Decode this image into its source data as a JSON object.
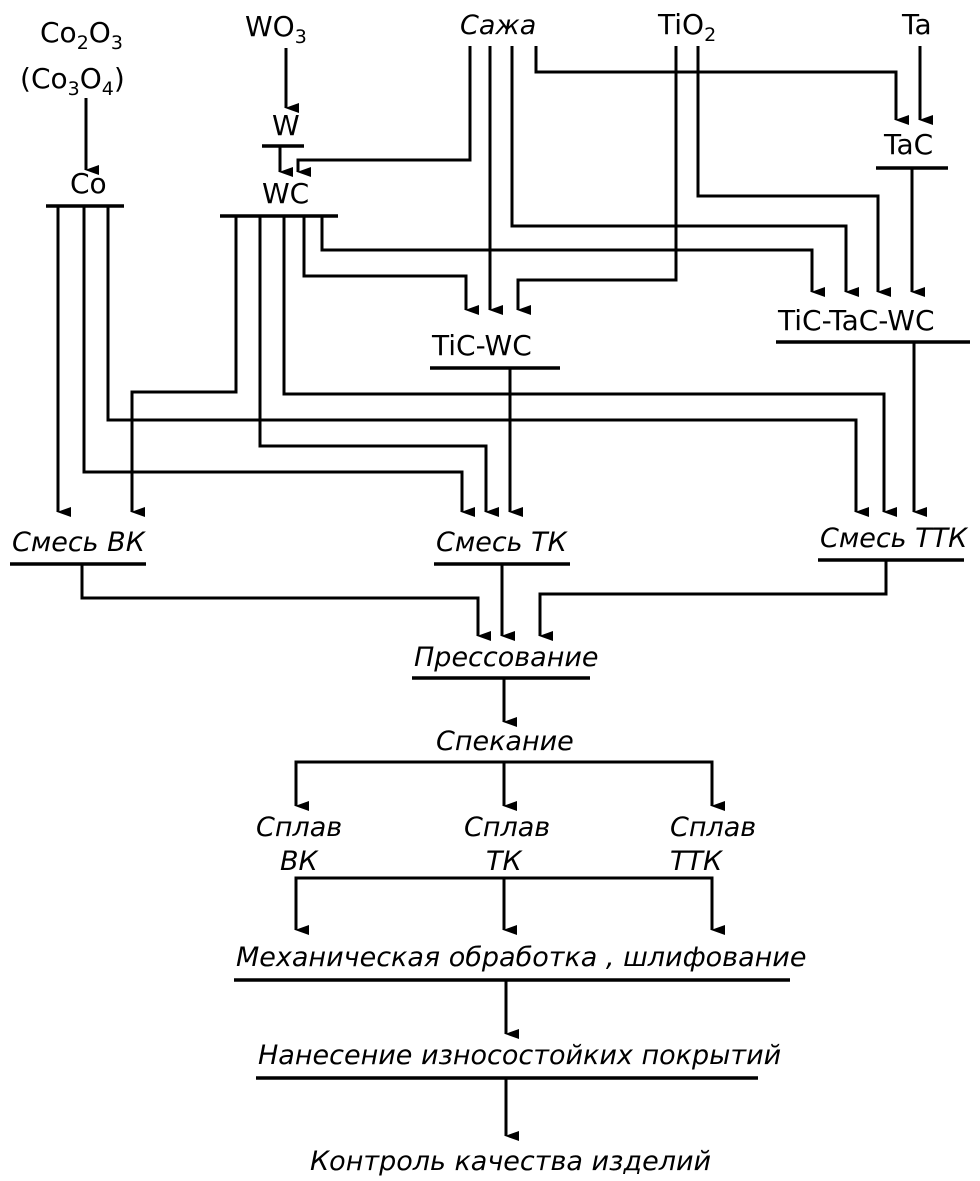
{
  "inputs": {
    "co2o3": {
      "base1": "Co",
      "sub1": "2",
      "base2": "O",
      "sub2": "3"
    },
    "co3o4": {
      "open": "(",
      "base1": "Co",
      "sub1": "3",
      "base2": "O",
      "sub2": "4",
      "close": ")"
    },
    "wo3": {
      "base": "WO",
      "sub": "3"
    },
    "soot": "Сажа",
    "tio2": {
      "base": "TiO",
      "sub": "2"
    },
    "ta": "Ta"
  },
  "intermediates": {
    "w": "W",
    "co": "Co",
    "wc": "WC",
    "tac": "TaC",
    "tic_wc": "TiC-WC",
    "tic_tac_wc": "TiC-TaC-WC"
  },
  "mixtures": {
    "vk": "Смесь ВК",
    "tk": "Смесь ТК",
    "ttk": "Смесь ТТК"
  },
  "process": {
    "pressing": "Прессование",
    "sintering": "Спекание"
  },
  "alloys": {
    "vk": {
      "line1": "Сплав",
      "line2": "ВК"
    },
    "tk": {
      "line1": "Сплав",
      "line2": "ТК"
    },
    "ttk": {
      "line1": "Сплав",
      "line2": "ТТК"
    }
  },
  "finishing": {
    "machining": "Механическая обработка , шлифование",
    "coating": "Нанесение износостойких покрытий",
    "control": "Контроль качества изделий"
  }
}
